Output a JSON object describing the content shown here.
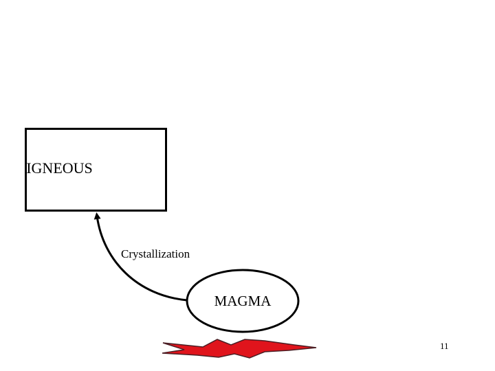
{
  "nodes": {
    "igneous": "IGNEOUS",
    "magma": "MAGMA"
  },
  "process": {
    "crystallization": "Crystallization"
  },
  "page_number": "11",
  "colors": {
    "stroke": "#000000",
    "heat_fill": "#e0141c",
    "heat_stroke": "#4a1e24",
    "background": "#ffffff"
  },
  "icons": {
    "heat": "heat-burst-icon"
  }
}
